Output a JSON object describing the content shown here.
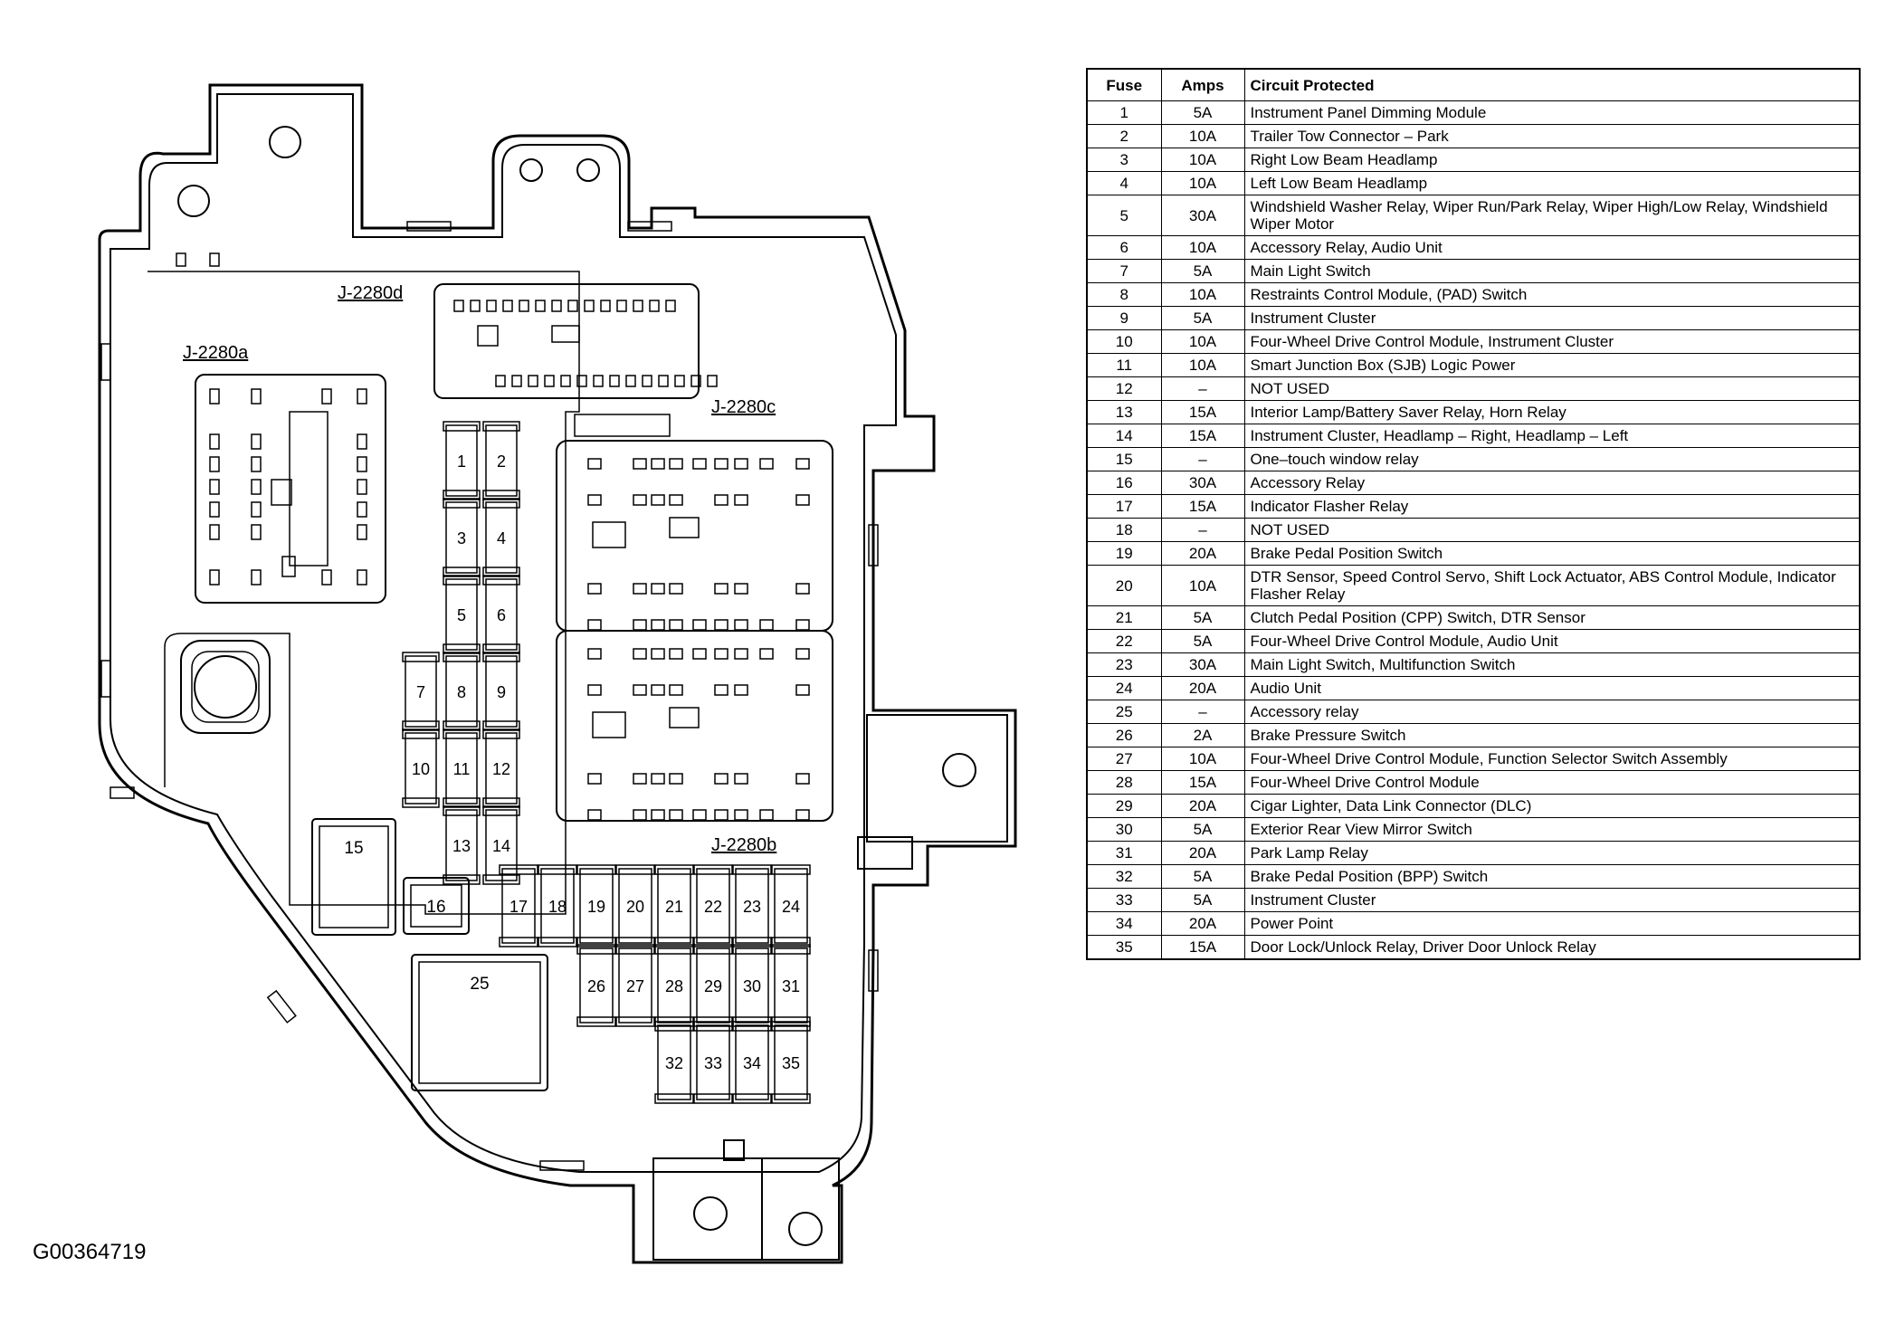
{
  "figure_id": "G00364719",
  "connector_labels": {
    "a": "J-2280a",
    "b": "J-2280b",
    "c": "J-2280c",
    "d": "J-2280d"
  },
  "table": {
    "headers": {
      "fuse": "Fuse",
      "amps": "Amps",
      "circuit": "Circuit Protected"
    },
    "rows": [
      {
        "fuse": "1",
        "amps": "5A",
        "circuit": "Instrument Panel Dimming Module"
      },
      {
        "fuse": "2",
        "amps": "10A",
        "circuit": "Trailer Tow Connector – Park"
      },
      {
        "fuse": "3",
        "amps": "10A",
        "circuit": "Right Low Beam Headlamp"
      },
      {
        "fuse": "4",
        "amps": "10A",
        "circuit": "Left Low Beam Headlamp"
      },
      {
        "fuse": "5",
        "amps": "30A",
        "circuit": "Windshield Washer Relay, Wiper Run/Park Relay, Wiper High/Low Relay, Windshield Wiper Motor"
      },
      {
        "fuse": "6",
        "amps": "10A",
        "circuit": "Accessory Relay, Audio Unit"
      },
      {
        "fuse": "7",
        "amps": "5A",
        "circuit": "Main Light Switch"
      },
      {
        "fuse": "8",
        "amps": "10A",
        "circuit": "Restraints Control Module, (PAD) Switch"
      },
      {
        "fuse": "9",
        "amps": "5A",
        "circuit": "Instrument Cluster"
      },
      {
        "fuse": "10",
        "amps": "10A",
        "circuit": "Four-Wheel Drive Control Module, Instrument Cluster"
      },
      {
        "fuse": "11",
        "amps": "10A",
        "circuit": "Smart Junction Box (SJB) Logic Power"
      },
      {
        "fuse": "12",
        "amps": "–",
        "circuit": "NOT USED"
      },
      {
        "fuse": "13",
        "amps": "15A",
        "circuit": "Interior Lamp/Battery Saver Relay, Horn Relay"
      },
      {
        "fuse": "14",
        "amps": "15A",
        "circuit": "Instrument Cluster, Headlamp – Right, Headlamp – Left"
      },
      {
        "fuse": "15",
        "amps": "–",
        "circuit": "One–touch window relay"
      },
      {
        "fuse": "16",
        "amps": "30A",
        "circuit": "Accessory Relay"
      },
      {
        "fuse": "17",
        "amps": "15A",
        "circuit": "Indicator Flasher Relay"
      },
      {
        "fuse": "18",
        "amps": "–",
        "circuit": "NOT USED"
      },
      {
        "fuse": "19",
        "amps": "20A",
        "circuit": "Brake Pedal Position Switch"
      },
      {
        "fuse": "20",
        "amps": "10A",
        "circuit": "DTR Sensor, Speed Control Servo, Shift Lock Actuator, ABS Control Module, Indicator Flasher Relay"
      },
      {
        "fuse": "21",
        "amps": "5A",
        "circuit": "Clutch Pedal Position (CPP) Switch, DTR Sensor"
      },
      {
        "fuse": "22",
        "amps": "5A",
        "circuit": "Four-Wheel Drive Control Module, Audio Unit"
      },
      {
        "fuse": "23",
        "amps": "30A",
        "circuit": "Main Light Switch, Multifunction Switch"
      },
      {
        "fuse": "24",
        "amps": "20A",
        "circuit": "Audio Unit"
      },
      {
        "fuse": "25",
        "amps": "–",
        "circuit": "Accessory relay"
      },
      {
        "fuse": "26",
        "amps": "2A",
        "circuit": "Brake Pressure Switch"
      },
      {
        "fuse": "27",
        "amps": "10A",
        "circuit": "Four-Wheel Drive Control Module, Function Selector Switch Assembly"
      },
      {
        "fuse": "28",
        "amps": "15A",
        "circuit": "Four-Wheel Drive Control Module"
      },
      {
        "fuse": "29",
        "amps": "20A",
        "circuit": "Cigar Lighter, Data Link Connector (DLC)"
      },
      {
        "fuse": "30",
        "amps": "5A",
        "circuit": "Exterior Rear View Mirror Switch"
      },
      {
        "fuse": "31",
        "amps": "20A",
        "circuit": "Park Lamp Relay"
      },
      {
        "fuse": "32",
        "amps": "5A",
        "circuit": "Brake Pedal Position (BPP) Switch"
      },
      {
        "fuse": "33",
        "amps": "5A",
        "circuit": "Instrument Cluster"
      },
      {
        "fuse": "34",
        "amps": "20A",
        "circuit": "Power Point"
      },
      {
        "fuse": "35",
        "amps": "15A",
        "circuit": "Door Lock/Unlock Relay, Driver Door Unlock Relay"
      }
    ]
  }
}
